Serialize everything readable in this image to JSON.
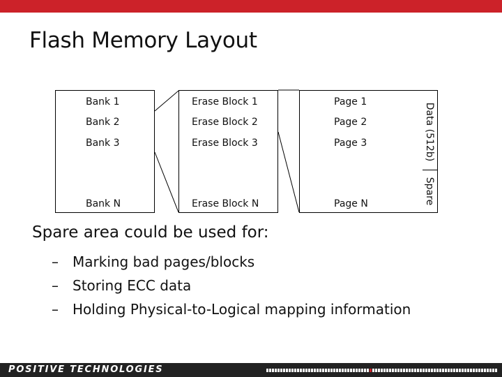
{
  "slide": {
    "title": "Flash Memory Layout",
    "colors": {
      "accent": "#cc2229",
      "footer": "#222222",
      "text": "#111111"
    }
  },
  "diagram": {
    "banks": [
      "Bank 1",
      "Bank 2",
      "Bank 3",
      "Bank N"
    ],
    "erase_blocks": [
      "Erase Block 1",
      "Erase Block 2",
      "Erase Block 3",
      "Erase Block N"
    ],
    "pages": [
      "Page 1",
      "Page 2",
      "Page 3",
      "Page N"
    ],
    "page_sections": {
      "data": "Data (512b)",
      "spare": "Spare"
    }
  },
  "content": {
    "subheading": "Spare area could be used for:",
    "bullets": [
      "Marking bad pages/blocks",
      "Storing ECC data",
      "Holding Physical-to-Logical mapping information"
    ],
    "bullet_marker": "–"
  },
  "footer": {
    "brand": "POSITIVE TECHNOLOGIES"
  }
}
